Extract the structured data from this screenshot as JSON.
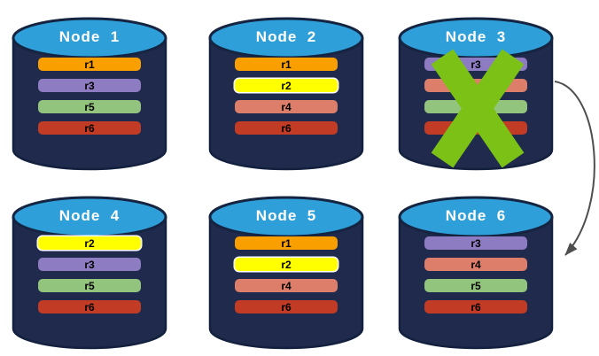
{
  "diagram": {
    "title_semantic": "database-node-replication-failover",
    "colors": {
      "background": "#ffffff",
      "cylinder_body": "#1F2A4C",
      "cylinder_top": "#2F9FD9",
      "cylinder_outline": "#152441",
      "bar_orange": "#F99F00",
      "bar_yellow": "#FFFF00",
      "bar_purple": "#8E7CC3",
      "bar_salmon": "#DD7E6B",
      "bar_green": "#93C47D",
      "bar_red": "#C23B25"
    },
    "nodes": [
      {
        "title": "Node  1",
        "bars": [
          {
            "label": "r1",
            "color": "#F99F00"
          },
          {
            "label": "r3",
            "color": "#8E7CC3"
          },
          {
            "label": "r5",
            "color": "#93C47D"
          },
          {
            "label": "r6",
            "color": "#C23B25"
          }
        ]
      },
      {
        "title": "Node  2",
        "bars": [
          {
            "label": "r1",
            "color": "#F99F00"
          },
          {
            "label": "r2",
            "color": "#FFFF00"
          },
          {
            "label": "r4",
            "color": "#DD7E6B"
          },
          {
            "label": "r6",
            "color": "#C23B25"
          }
        ]
      },
      {
        "title": "Node  3",
        "failed": true,
        "bars": [
          {
            "label": "r3",
            "color": "#8E7CC3"
          },
          {
            "label": "",
            "color": "#DD7E6B"
          },
          {
            "label": "",
            "color": "#93C47D"
          },
          {
            "label": "",
            "color": "#C23B25"
          }
        ]
      },
      {
        "title": "Node  4",
        "bars": [
          {
            "label": "r2",
            "color": "#FFFF00"
          },
          {
            "label": "r3",
            "color": "#8E7CC3"
          },
          {
            "label": "r5",
            "color": "#93C47D"
          },
          {
            "label": "r6",
            "color": "#C23B25"
          }
        ]
      },
      {
        "title": "Node  5",
        "bars": [
          {
            "label": "r1",
            "color": "#F99F00"
          },
          {
            "label": "r2",
            "color": "#FFFF00"
          },
          {
            "label": "r4",
            "color": "#DD7E6B"
          },
          {
            "label": "r6",
            "color": "#C23B25"
          }
        ]
      },
      {
        "title": "Node  6",
        "bars": [
          {
            "label": "r3",
            "color": "#8E7CC3"
          },
          {
            "label": "r4",
            "color": "#DD7E6B"
          },
          {
            "label": "r5",
            "color": "#93C47D"
          },
          {
            "label": "r6",
            "color": "#C23B25"
          }
        ]
      }
    ],
    "failure_mark": {
      "node": "Node  3",
      "symbol": "X",
      "color": "#7CC116"
    },
    "arrow": {
      "from": "Node  3",
      "to": "Node  6",
      "color": "#4F4F4F"
    }
  }
}
